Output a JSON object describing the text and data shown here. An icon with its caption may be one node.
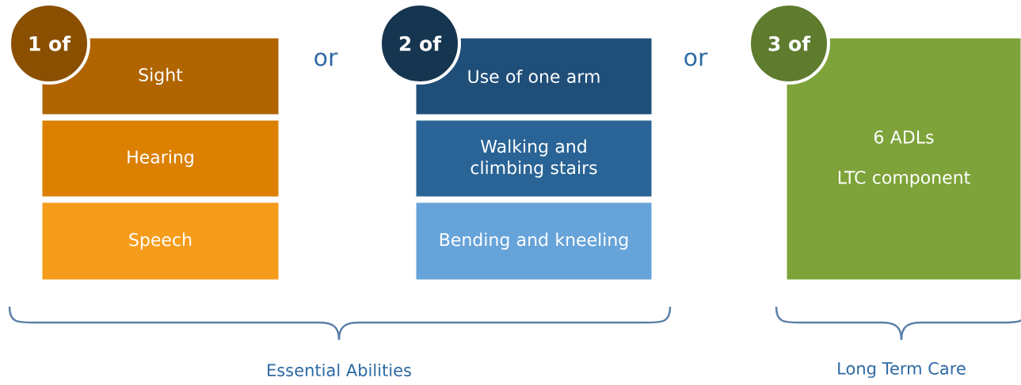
{
  "diagram": {
    "nodes": [
      {
        "text": [
          "1 of"
        ]
      },
      {
        "text": [
          "Sight"
        ]
      },
      {
        "text": [
          "Hearing"
        ]
      },
      {
        "text": [
          "Speech"
        ]
      },
      {
        "text": [
          "2 of"
        ]
      },
      {
        "text": [
          "Use of one arm"
        ]
      },
      {
        "text": [
          "Walking and climbing stairs"
        ]
      },
      {
        "text": [
          "Bending and kneeling"
        ]
      },
      {
        "text": [
          "3 of"
        ]
      },
      {
        "text": [
          "6 ADLs",
          "LTC component"
        ]
      }
    ],
    "labels": [
      "or",
      "or",
      "Essential Abilities",
      "Long Term Care"
    ]
  }
}
